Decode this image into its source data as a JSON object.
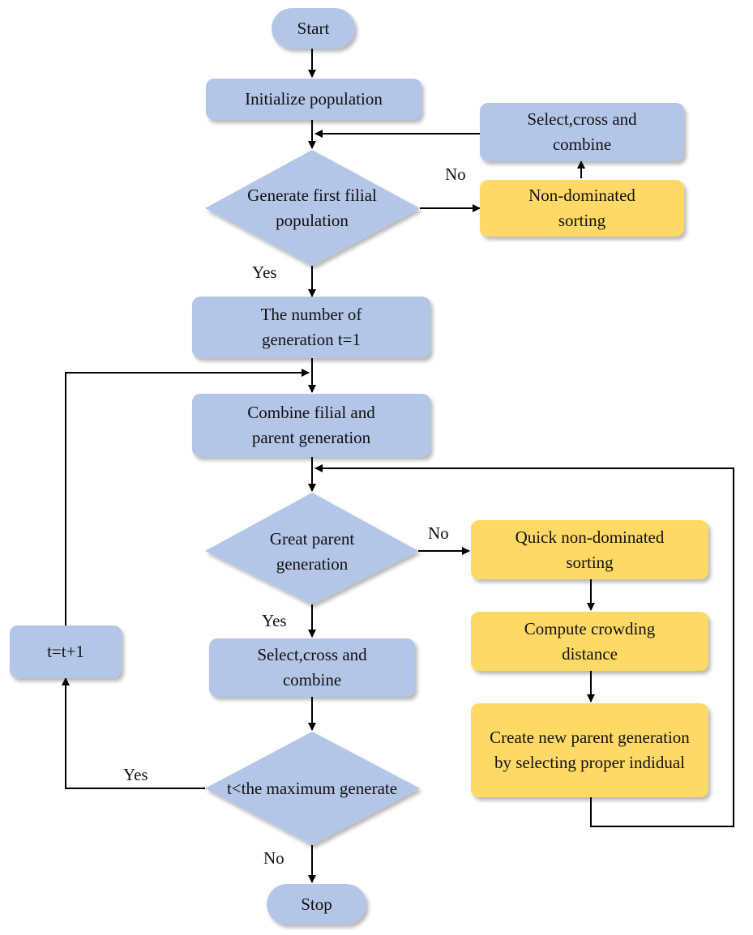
{
  "nodes": {
    "start": "Start",
    "initialize": "Initialize population",
    "select_top": "Select,cross and combine",
    "generate_first": "Generate first filial population",
    "nondom_top": "Non-dominated sorting",
    "num_generation": "The number of generation t=1",
    "combine": "Combine filial and parent generation",
    "great_parent": "Great parent generation",
    "quick_nondom": "Quick non-dominated sorting",
    "crowding": "Compute crowding distance",
    "create_new": "Create new parent generation by selecting proper indidual",
    "select_mid": "Select,cross and combine",
    "t_increment": "t=t+1",
    "t_max": "t<the maximum generate",
    "stop": "Stop"
  },
  "edge_labels": {
    "no_first": "No",
    "yes_first": "Yes",
    "no_great": "No",
    "yes_great": "Yes",
    "yes_tmax": "Yes",
    "no_tmax": "No"
  },
  "colors": {
    "process": "#b4c6e7",
    "highlight": "#ffd966",
    "line": "#000000"
  }
}
